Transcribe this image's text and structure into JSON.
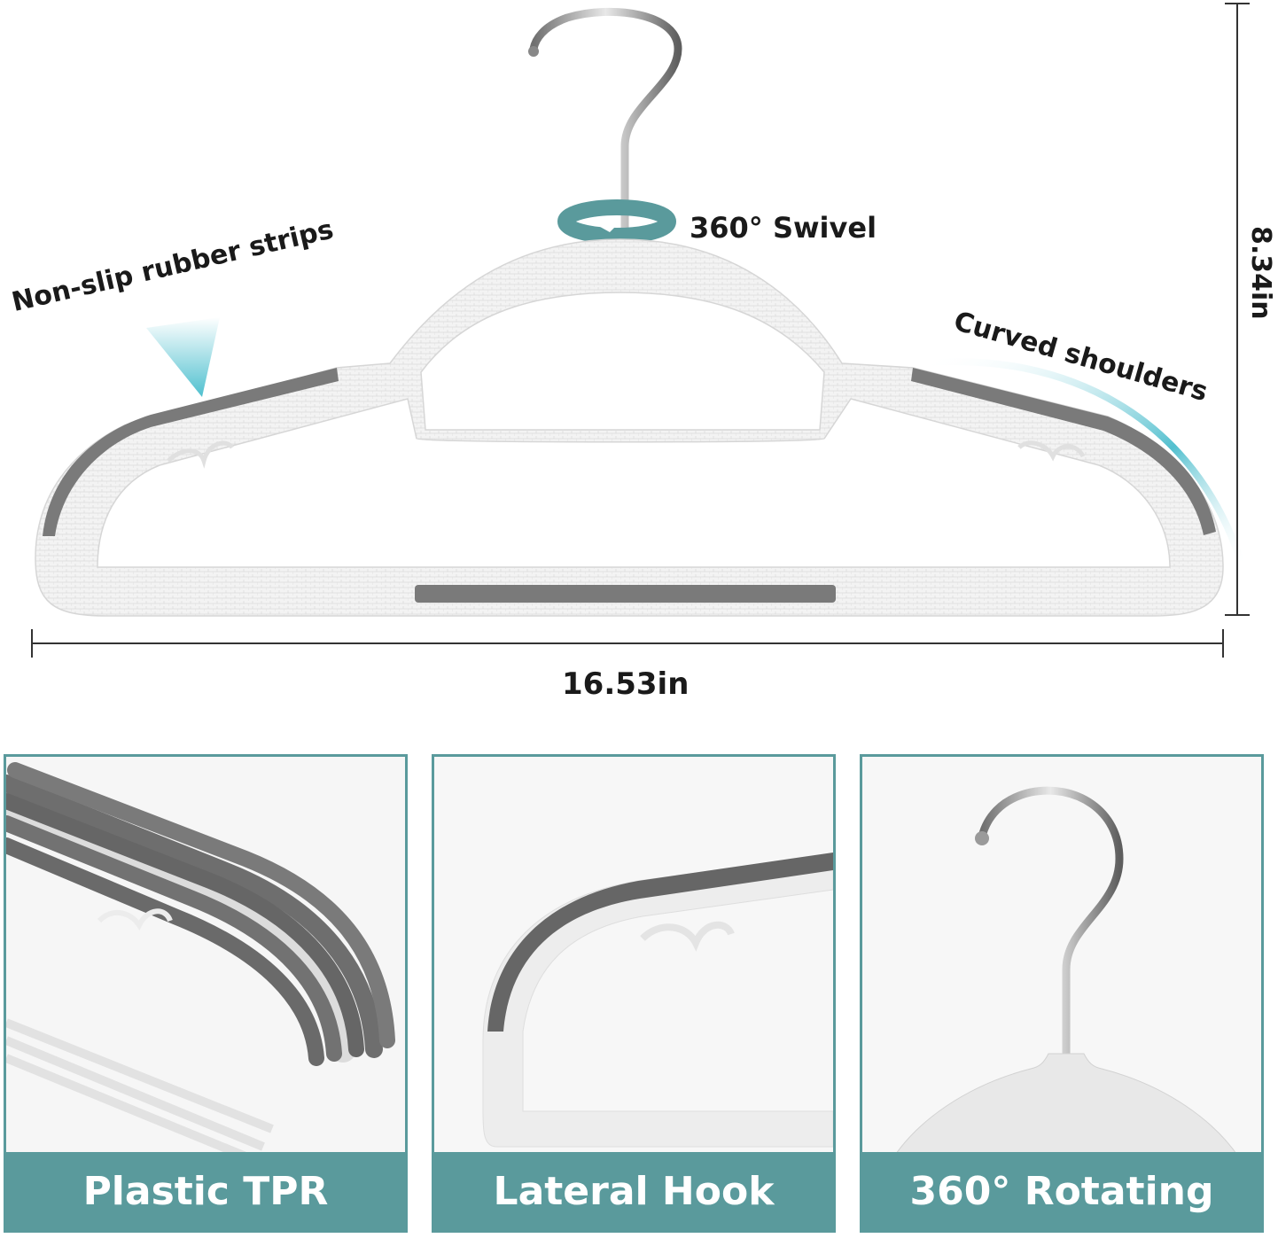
{
  "annotations": {
    "swivel": "360° Swivel",
    "nonslip": "Non-slip rubber strips",
    "curved": "Curved shoulders",
    "height": "8.34in",
    "width": "16.53in"
  },
  "panels": [
    {
      "label": "Plastic TPR"
    },
    {
      "label": "Lateral Hook"
    },
    {
      "label": "360° Rotating"
    }
  ],
  "colors": {
    "accent": "#5a9a9c",
    "rubber": "#7a7a7a",
    "plastic": "#f2f2f2",
    "swoosh": "#3fb8c9"
  }
}
